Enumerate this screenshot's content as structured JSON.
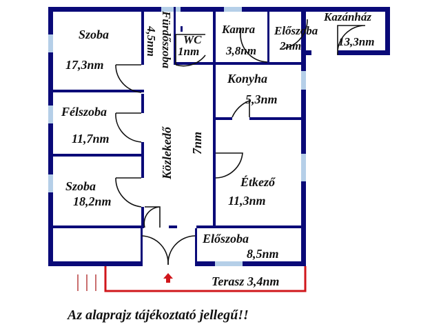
{
  "plan": {
    "rooms": [
      {
        "id": "szoba1",
        "name": "Szoba",
        "area": "17,3nm"
      },
      {
        "id": "furdoszoba",
        "name": "Fürdőszoba",
        "area": "4,5nm"
      },
      {
        "id": "wc",
        "name": "WC",
        "area": "1nm"
      },
      {
        "id": "kamra",
        "name": "Kamra",
        "area": "3,8nm"
      },
      {
        "id": "eloszoba_small",
        "name": "Előszoba",
        "area": "2nm"
      },
      {
        "id": "kazanhaz",
        "name": "Kazánház",
        "area": "13,3nm"
      },
      {
        "id": "konyha",
        "name": "Konyha",
        "area": "5,3nm"
      },
      {
        "id": "felszoba",
        "name": "Félszoba",
        "area": "11,7nm"
      },
      {
        "id": "kozlekedo",
        "name": "Közlekedő",
        "area": "7nm"
      },
      {
        "id": "szoba2",
        "name": "Szoba",
        "area": "18,2nm"
      },
      {
        "id": "etkezo",
        "name": "Étkező",
        "area": "11,3nm"
      },
      {
        "id": "eloszoba_main",
        "name": "Előszoba",
        "area": "8,5nm"
      },
      {
        "id": "terasz",
        "name": "Terasz 3,4nm",
        "area": ""
      }
    ],
    "colors": {
      "wall": "#0a0a78",
      "window": "#b5cfe8",
      "terrace": "#d0161b",
      "entry_arrow": "#d0161b"
    },
    "entry_arrow": "up-arrow"
  },
  "caption": "Az alaprajz tájékoztató jellegű!!"
}
